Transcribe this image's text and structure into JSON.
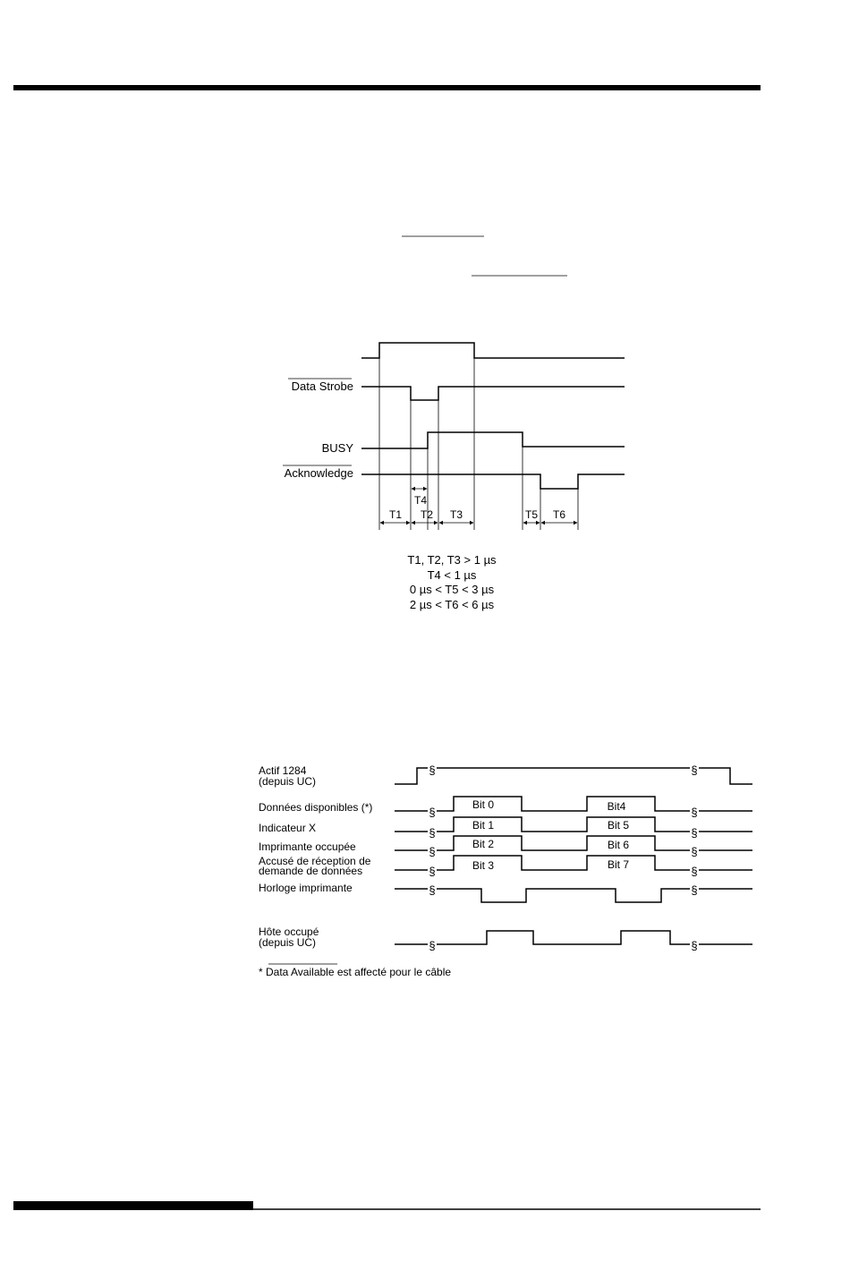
{
  "diagram1": {
    "signals": {
      "data_strobe": "Data Strobe",
      "busy": "BUSY",
      "acknowledge": "Acknowledge"
    },
    "intervals": {
      "t1": "T1",
      "t2": "T2",
      "t3": "T3",
      "t4": "T4",
      "t5": "T5",
      "t6": "T6"
    },
    "notes": [
      "T1, T2, T3 > 1 µs",
      "T4 < 1 µs",
      "0 µs < T5 < 3 µs",
      "2 µs < T6 < 6 µs"
    ]
  },
  "diagram2": {
    "signals": {
      "actif_line1": "Actif 1284",
      "actif_line2": "(depuis UC)",
      "donnees": "Données disponibles (*)",
      "indicateur": "Indicateur X",
      "imprimante": "Imprimante occupée",
      "accuse_line1": "Accusé de réception de",
      "accuse_line2": "demande de données",
      "horloge": "Horloge imprimante",
      "hote_line1": "Hôte occupé",
      "hote_line2": "(depuis UC)"
    },
    "bits": {
      "bit0": "Bit 0",
      "bit1": "Bit 1",
      "bit2": "Bit 2",
      "bit3": "Bit 3",
      "bit4": "Bit4",
      "bit5": "Bit 5",
      "bit6": "Bit 6",
      "bit7": "Bit 7"
    },
    "break_mark": "§",
    "footnote": "* Data Available est affecté pour le câble"
  }
}
